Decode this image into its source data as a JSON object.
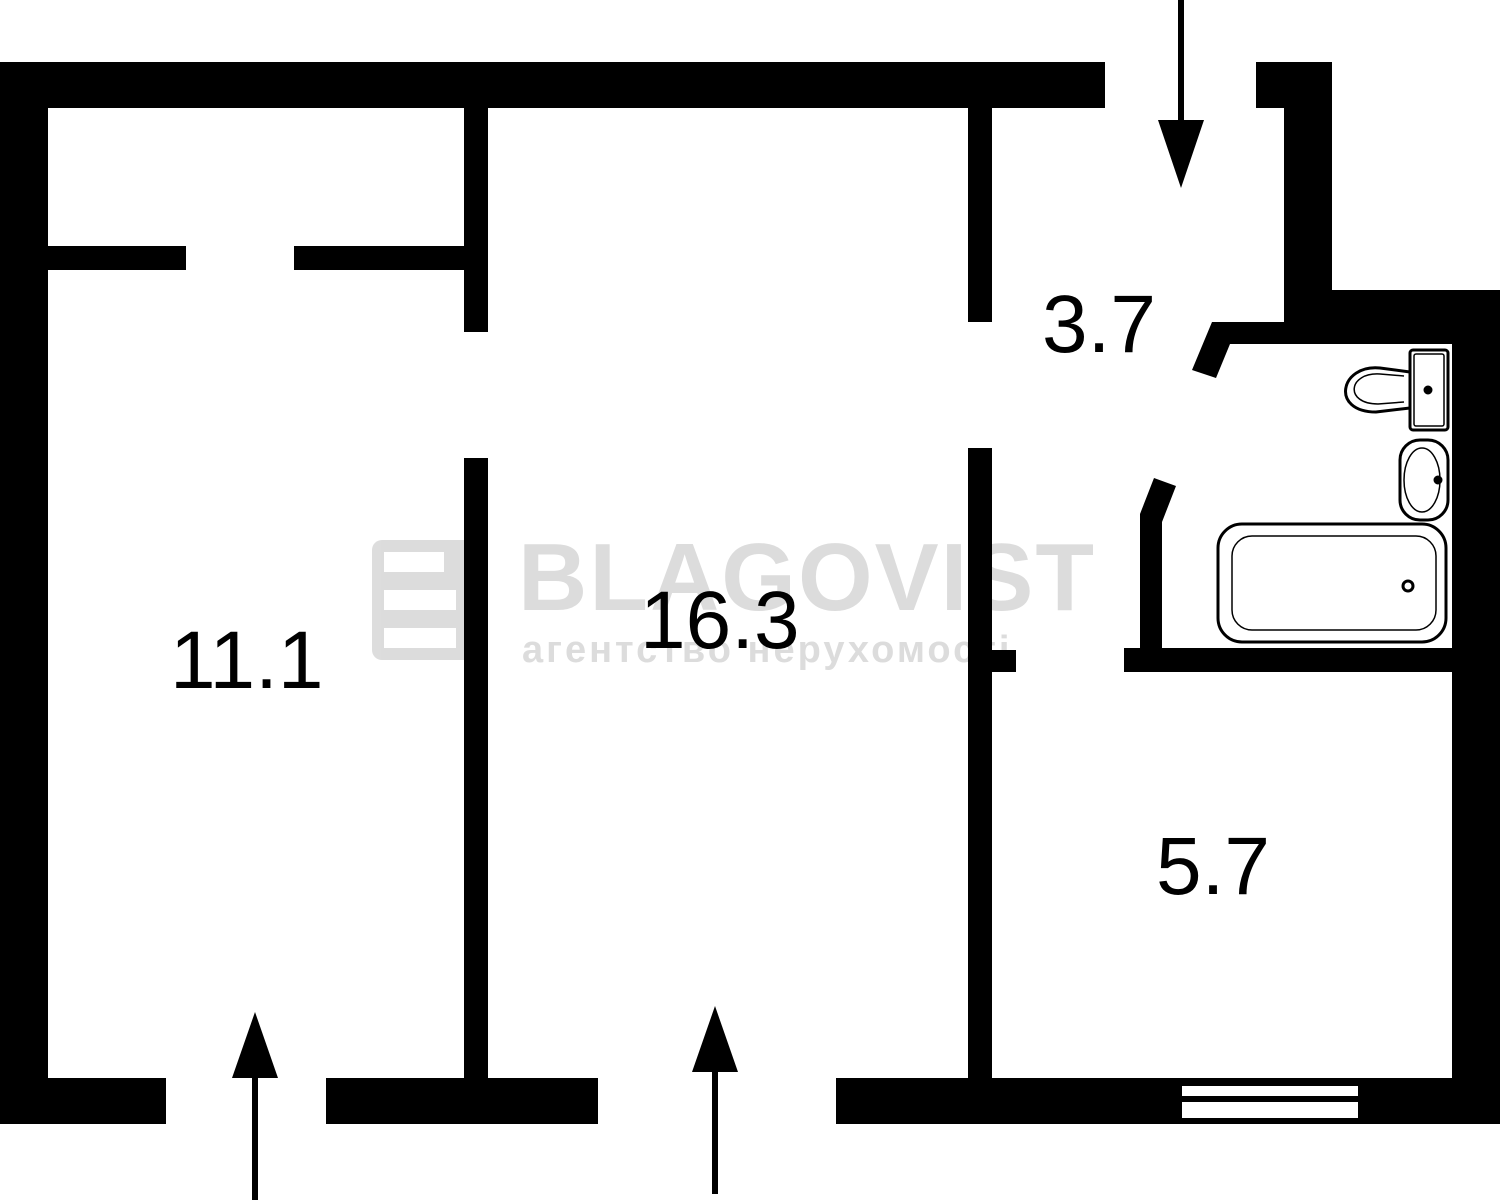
{
  "colors": {
    "wall": "#000000",
    "background": "#ffffff",
    "watermark": "#d9d9d9"
  },
  "rooms": [
    {
      "id": "room-left",
      "area_label": "11.1"
    },
    {
      "id": "room-center",
      "area_label": "16.3"
    },
    {
      "id": "hallway",
      "area_label": "3.7"
    },
    {
      "id": "kitchen",
      "area_label": "5.7"
    }
  ],
  "fixtures": {
    "bathroom": [
      "toilet-icon",
      "sink-icon",
      "bathtub-icon"
    ],
    "window": "window-icon"
  },
  "arrows": [
    "entrance-arrow-down",
    "balcony-arrow-up",
    "window-arrow-up"
  ],
  "watermark": {
    "logo_letter": "B",
    "name": "BLAGOVIST",
    "tagline": "агентство нерухомості"
  }
}
